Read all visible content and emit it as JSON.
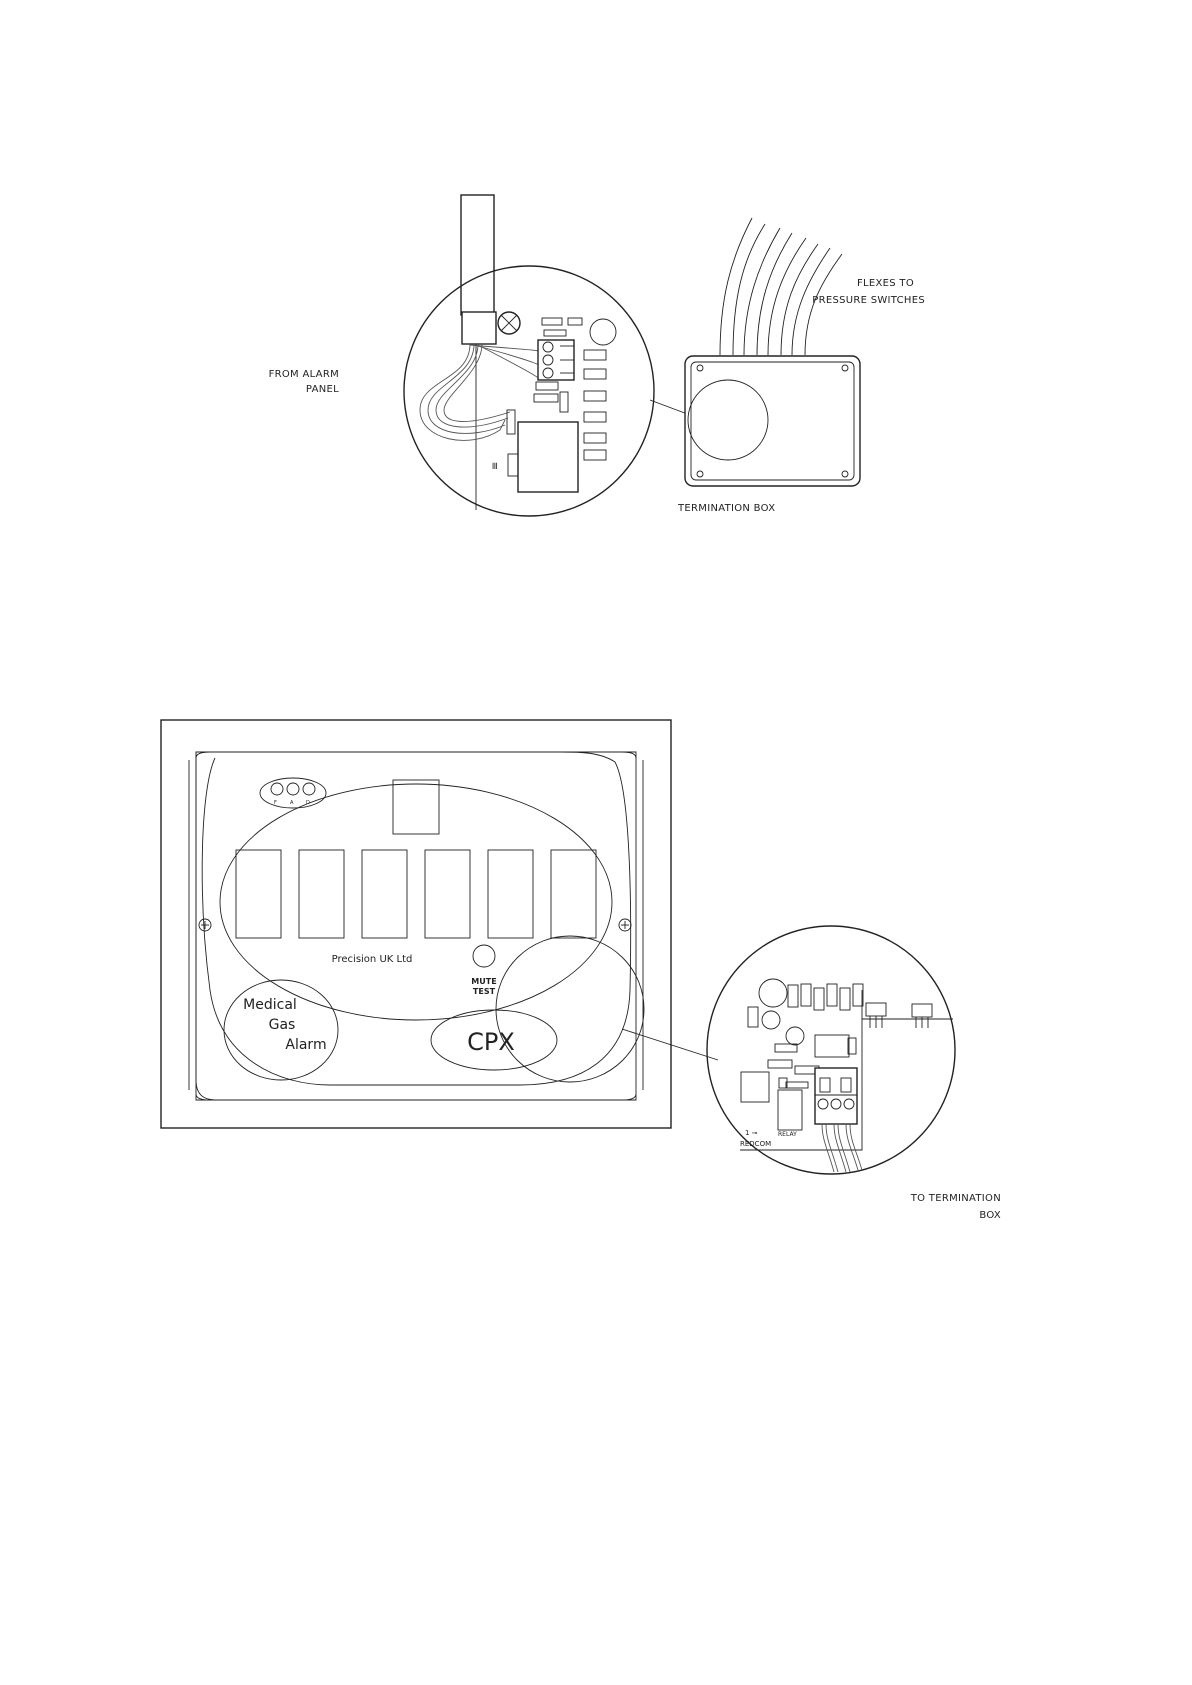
{
  "top_diagram": {
    "label_from_alarm_panel": [
      "FROM ALARM",
      "PANEL"
    ],
    "label_flexes": [
      "FLEXES TO",
      "PRESSURE SWITCHES"
    ],
    "label_termination_box": "TERMINATION BOX"
  },
  "panel": {
    "led_labels": [
      "F",
      "A",
      "D"
    ],
    "maker": "Precision UK Ltd",
    "mute_test": [
      "MUTE",
      "TEST"
    ],
    "product_name": [
      "Medical",
      "Gas",
      "Alarm"
    ],
    "model": "CPX"
  },
  "detail_circle": {
    "board_text_1": "1 ⊸",
    "board_text_2": "REDCOM",
    "board_text_3": "RELAY",
    "label_to_termination_box": [
      "TO TERMINATION",
      "BOX"
    ]
  }
}
